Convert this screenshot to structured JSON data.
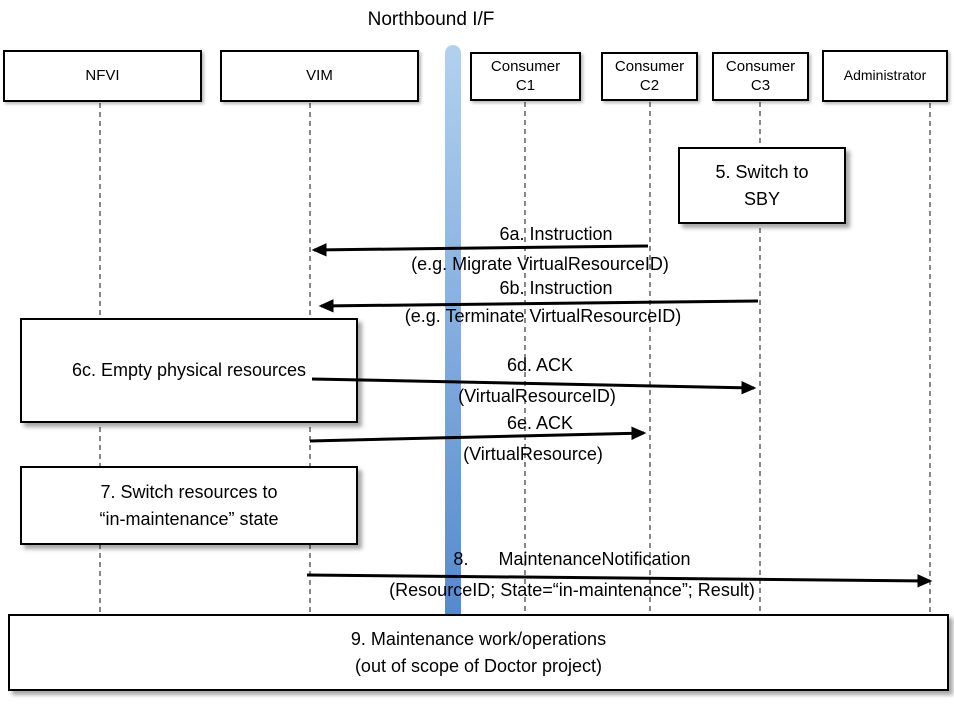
{
  "title": "Northbound I/F",
  "actors": [
    {
      "label": "NFVI"
    },
    {
      "label": "VIM"
    },
    {
      "label": "Consumer\nC1"
    },
    {
      "label": "Consumer\nC2"
    },
    {
      "label": "Consumer\nC3"
    },
    {
      "label": "Administrator"
    }
  ],
  "notes": {
    "switch_sby": "5. Switch to\nSBY",
    "empty_resources": "6c. Empty physical resources",
    "switch_maintenance": "7. Switch resources to\n“in-maintenance” state",
    "maintenance_work": "9. Maintenance work/operations\n(out of scope of Doctor project)"
  },
  "messages": {
    "m6a": {
      "line1": "6a. Instruction",
      "line2": "(e.g. Migrate VirtualResourceID)"
    },
    "m6b": {
      "line1": "6b. Instruction",
      "line2": "(e.g. Terminate VirtualResourceID)"
    },
    "m6d": {
      "line1": "6d. ACK",
      "line2": "(VirtualResourceID)"
    },
    "m6e": {
      "line1": "6e. ACK",
      "line2": "(VirtualResource)"
    },
    "m8": {
      "line1": "8.      MaintenanceNotification",
      "line2": "(ResourceID; State=“in-maintenance”; Result)"
    }
  },
  "colors": {
    "bar_top": "#b3d1ee",
    "bar_bottom": "#5588cc",
    "line": "#000000"
  }
}
